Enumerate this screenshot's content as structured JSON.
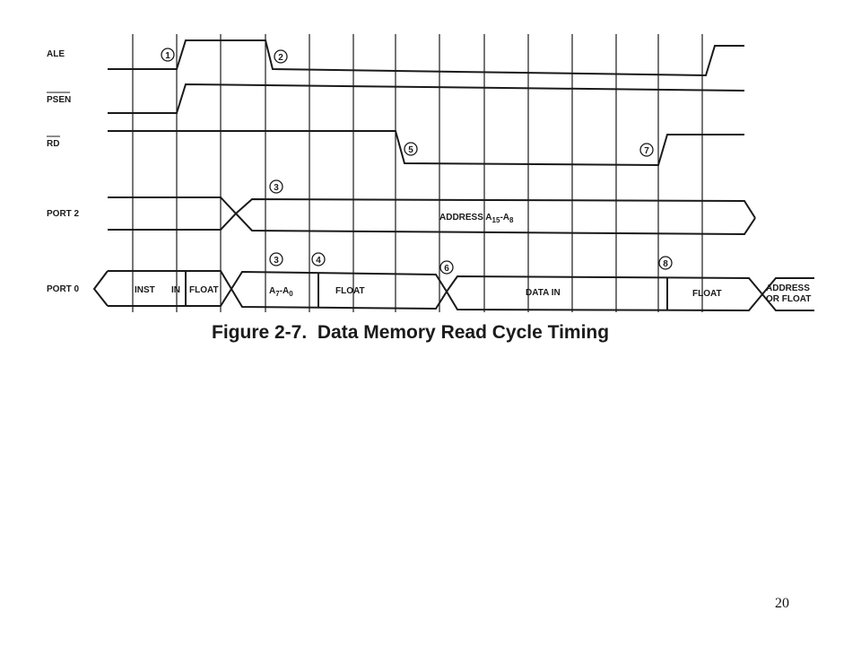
{
  "signals": {
    "ale": "ALE",
    "psen": "PSEN",
    "rd": "RD",
    "port2": "PORT 2",
    "port0": "PORT 0"
  },
  "port2_bus": {
    "address_main": "ADDRESS A",
    "address_sub1": "15",
    "address_dash": "-A",
    "address_sub2": "8"
  },
  "port0_bus": {
    "inst": "INST",
    "in": "IN",
    "float1": "FLOAT",
    "a_main1": "A",
    "a_sub1": "7",
    "a_dash": "-A",
    "a_sub2": "0",
    "float2": "FLOAT",
    "data_in": "DATA IN",
    "float3": "FLOAT",
    "end_line1": "ADDRESS",
    "end_line2": "OR FLOAT"
  },
  "markers": {
    "m1": "1",
    "m2": "2",
    "m3a": "3",
    "m3b": "3",
    "m4": "4",
    "m5": "5",
    "m6": "6",
    "m7": "7",
    "m8": "8"
  },
  "caption": "Figure 2-7.  Data Memory Read Cycle Timing",
  "page_number": "20"
}
